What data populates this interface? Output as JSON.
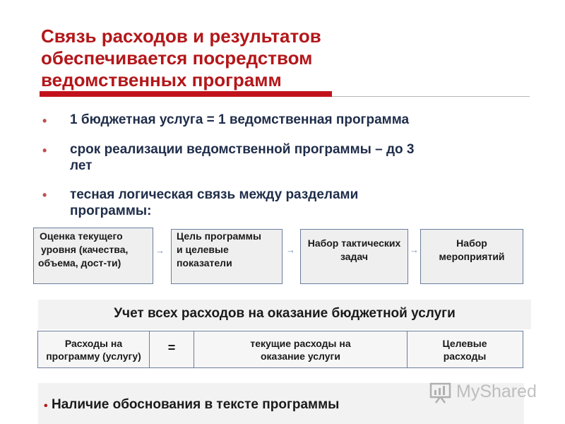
{
  "title": {
    "line1": "Связь расходов и результатов",
    "line2": "обеспечивается посредством",
    "line3": "ведомственных программ"
  },
  "bullets": [
    {
      "symbol": "•",
      "line1": "1 бюджетная услуга = 1 ведомственная программа"
    },
    {
      "symbol": "•",
      "line1": "срок реализации ведомственной программы – до 3",
      "line2": "лет"
    },
    {
      "symbol": "•",
      "line1": "тесная логическая связь между разделами",
      "line2": "программы:"
    }
  ],
  "flow": {
    "boxes": [
      {
        "line1": "Оценка текущего",
        "line2": "уровня (качества,",
        "line3": "объема, дост-ти)"
      },
      {
        "line1": "Цель программы",
        "line2": "и целевые",
        "line3": "показатели"
      },
      {
        "line1": "Набор тактических",
        "line2": "задач"
      },
      {
        "line1": "Набор",
        "line2": "мероприятий"
      }
    ],
    "arrow": "→"
  },
  "expenses": {
    "heading": "Учет всех расходов на оказание бюджетной услуги",
    "cells": [
      {
        "line1": "Расходы на",
        "line2": "программу (услугу)"
      },
      {
        "line1": "="
      },
      {
        "line1": "текущие расходы на",
        "line2": "оказание услуги"
      },
      {
        "line1": "Целевые",
        "line2": "расходы"
      }
    ]
  },
  "footer": {
    "symbol": "•",
    "text": "Наличие обоснования в тексте программы"
  },
  "watermark": {
    "text": "MyShared"
  }
}
